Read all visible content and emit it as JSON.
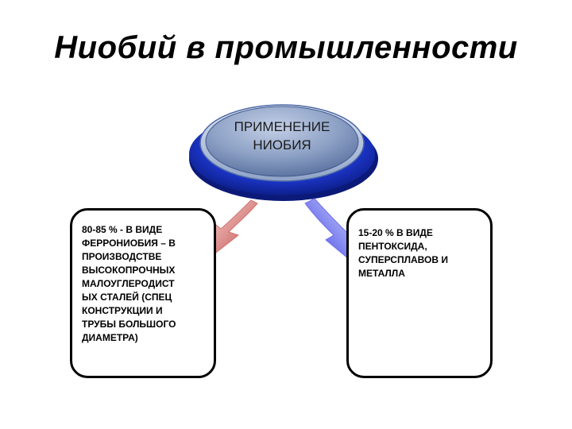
{
  "title": "Ниобий в промышленности",
  "center": {
    "label": "ПРИМЕНЕНИЕ\nНИОБИЯ"
  },
  "left_box": {
    "text": "80-85 % - В ВИДЕ\nФЕРРОНИОБИЯ – В\nПРОИЗВОДСТВЕ\nВЫСОКОПРОЧНЫХ\nМАЛОУГЛЕРОДИСТ\nЫХ СТАЛЕЙ (СПЕЦ\nКОНСТРУКЦИИ И\nТРУБЫ БОЛЬШОГО\nДИАМЕТРА)"
  },
  "right_box": {
    "text": "15-20 % В ВИДЕ\nПЕНТОКСИДА,\nСУПЕРСПЛАВОВ И\nМЕТАЛЛА"
  },
  "colors": {
    "ellipse_outer": "#1f3fd0",
    "ellipse_inner": "#7c93bd",
    "arrow_left": "#c0504d",
    "arrow_right": "#3a3ae0"
  },
  "icons": {
    "left_arrow": "curved-arrow-down-left-icon",
    "right_arrow": "curved-arrow-down-right-icon"
  }
}
